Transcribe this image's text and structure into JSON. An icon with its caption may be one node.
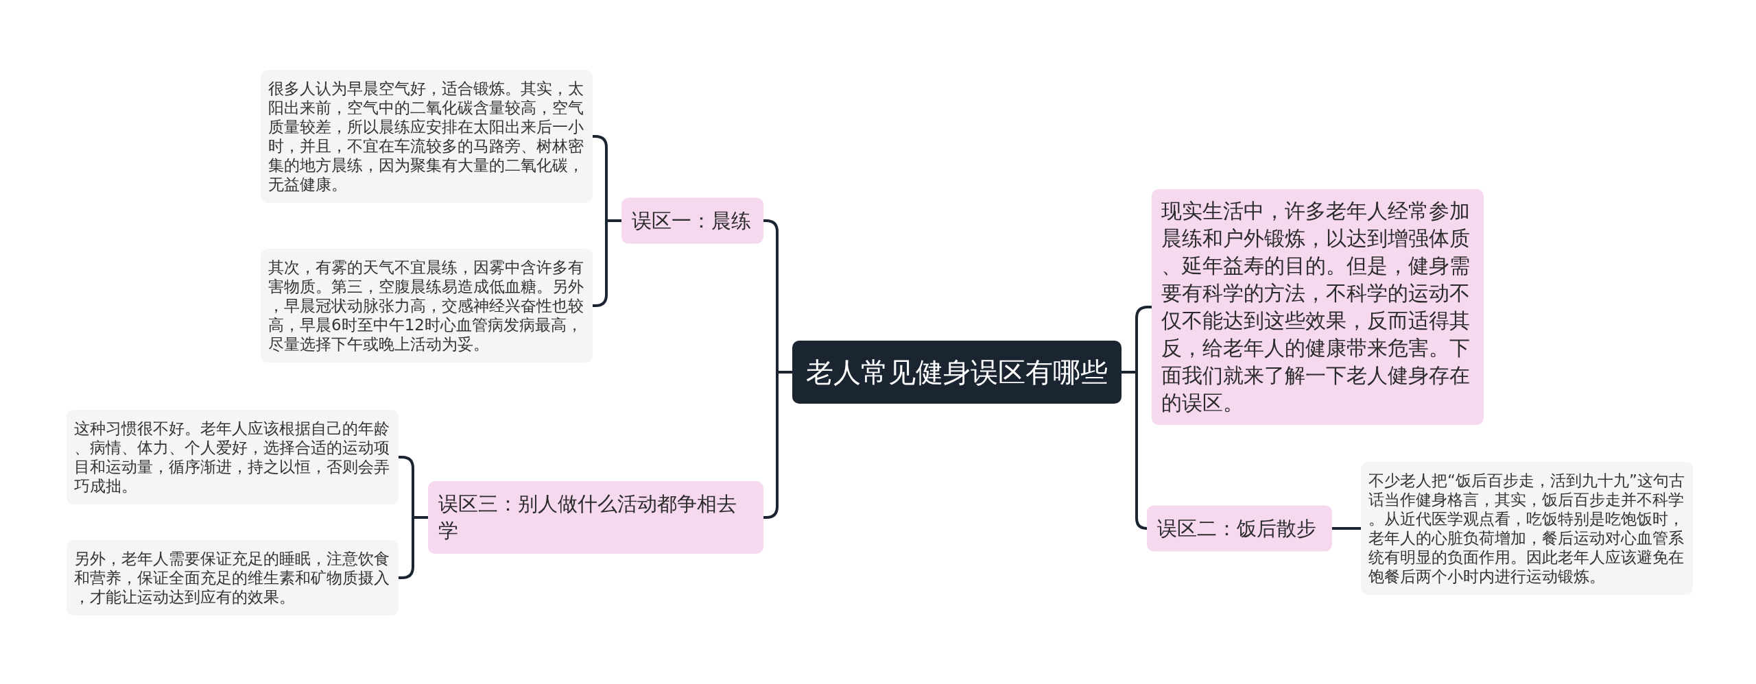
{
  "diagram": {
    "nodes": [
      {
        "text": [
          "老人常见健身误区有哪些"
        ]
      },
      {
        "text": [
          "误区一：晨练"
        ]
      },
      {
        "text": [
          "很多人认为早晨空气好，适合锻炼。其实，太阳出来前，空气中的二氧化碳含量较高，空气质量较差，所以晨练应安排在太阳出来后一小时，并且，不宜在车流较多的马路旁、树林密集的地方晨练，因为聚集有大量的二氧化碳，无益健康。"
        ]
      },
      {
        "text": [
          "其次，有雾的天气不宜晨练，因雾中含许多有害物质。第三，空腹晨练易造成低血糖。另外，早晨冠状动脉张力高，交感神经兴奋性也较高，早晨6时至中午12时心血管病发病最高，尽量选择下午或晚上活动为妥。"
        ]
      },
      {
        "text": [
          "误区三：别人做什么活动都争相去学"
        ]
      },
      {
        "text": [
          "这种习惯很不好。老年人应该根据自己的年龄、病情、体力、个人爱好，选择合适的运动项目和运动量，循序渐进，持之以恒，否则会弄巧成拙。"
        ]
      },
      {
        "text": [
          "另外，老年人需要保证充足的睡眠，注意饮食和营养，保证全面充足的维生素和矿物质摄入，才能让运动达到应有的效果。"
        ]
      },
      {
        "text": [
          "现实生活中，许多老年人经常参加晨练和户外锻炼，以达到增强体质、延年益寿的目的。但是，健身需要有科学的方法，不科学的运动不仅不能达到这些效果，反而适得其反，给老年人的健康带来危害。下面我们就来了解一下老人健身存在的误区。"
        ]
      },
      {
        "text": [
          "误区二：饭后散步"
        ]
      },
      {
        "text": [
          "不少老人把“饭后百步走，活到九十九”这句古话当作健身格言，其实，饭后百步走并不科学。从近代医学观点看，吃饭特别是吃饱饭时，老年人的心脏负荷增加，餐后运动对心血管系统有明显的负面作用。因此老年人应该避免在饱餐后两个小时内进行运动锻炼。"
        ]
      }
    ],
    "edges": [
      {
        "from": 0,
        "to": 1,
        "arrow": "none"
      },
      {
        "from": 1,
        "to": 2,
        "arrow": "none"
      },
      {
        "from": 1,
        "to": 3,
        "arrow": "none"
      },
      {
        "from": 0,
        "to": 4,
        "arrow": "none"
      },
      {
        "from": 4,
        "to": 5,
        "arrow": "none"
      },
      {
        "from": 4,
        "to": 6,
        "arrow": "none"
      },
      {
        "from": 0,
        "to": 7,
        "arrow": "none"
      },
      {
        "from": 0,
        "to": 8,
        "arrow": "none"
      },
      {
        "from": 8,
        "to": 9,
        "arrow": "none"
      }
    ]
  }
}
